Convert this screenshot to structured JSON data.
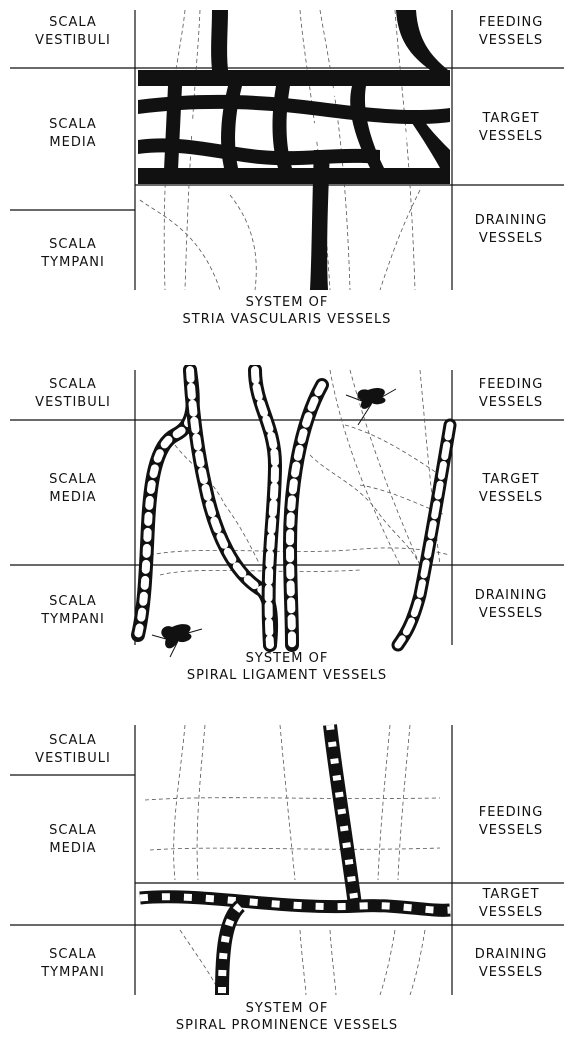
{
  "panels": [
    {
      "left_labels": [
        {
          "line1": "SCALA",
          "line2": "VESTIBULI"
        },
        {
          "line1": "SCALA",
          "line2": "MEDIA"
        },
        {
          "line1": "SCALA",
          "line2": "TYMPANI"
        }
      ],
      "right_labels": [
        {
          "line1": "FEEDING",
          "line2": "VESSELS"
        },
        {
          "line1": "TARGET",
          "line2": "VESSELS"
        },
        {
          "line1": "DRAINING",
          "line2": "VESSELS"
        }
      ],
      "caption": {
        "line1": "SYSTEM OF",
        "line2": "STRIA VASCULARIS VESSELS"
      }
    },
    {
      "left_labels": [
        {
          "line1": "SCALA",
          "line2": "VESTIBULI"
        },
        {
          "line1": "SCALA",
          "line2": "MEDIA"
        },
        {
          "line1": "SCALA",
          "line2": "TYMPANI"
        }
      ],
      "right_labels": [
        {
          "line1": "FEEDING",
          "line2": "VESSELS"
        },
        {
          "line1": "TARGET",
          "line2": "VESSELS"
        },
        {
          "line1": "DRAINING",
          "line2": "VESSELS"
        }
      ],
      "caption": {
        "line1": "SYSTEM OF",
        "line2": "SPIRAL LIGAMENT VESSELS"
      }
    },
    {
      "left_labels": [
        {
          "line1": "SCALA",
          "line2": "VESTIBULI"
        },
        {
          "line1": "SCALA",
          "line2": "MEDIA"
        },
        {
          "line1": "SCALA",
          "line2": "TYMPANI"
        }
      ],
      "right_labels": [
        {
          "line1": "FEEDING",
          "line2": "VESSELS"
        },
        {
          "line1": "TARGET",
          "line2": "VESSELS"
        },
        {
          "line1": "DRAINING",
          "line2": "VESSELS"
        }
      ],
      "caption": {
        "line1": "SYSTEM OF",
        "line2": "SPIRAL PROMINENCE VESSELS"
      }
    }
  ]
}
